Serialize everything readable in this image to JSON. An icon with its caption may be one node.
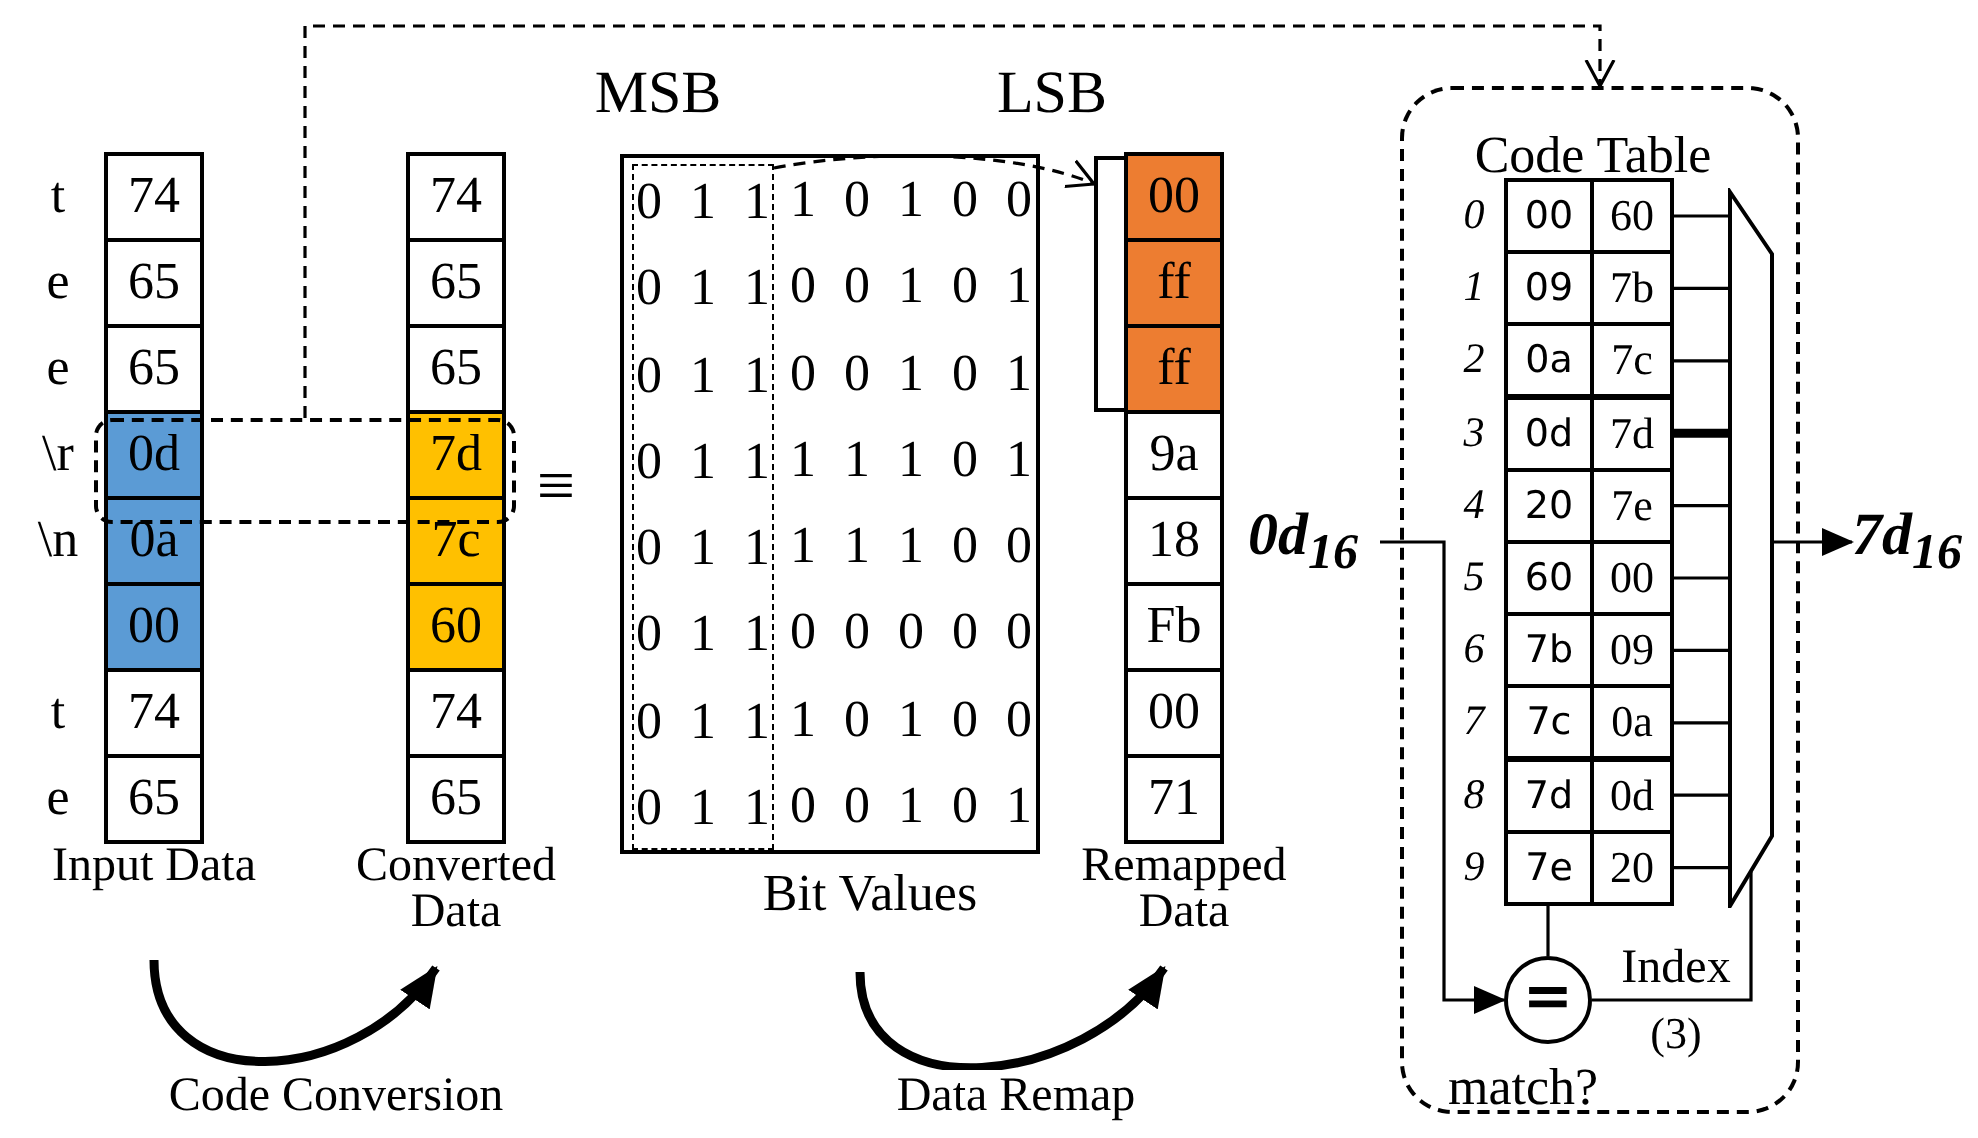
{
  "diagram": {
    "nodes": [
      {
        "text": [
          "Input Data"
        ]
      },
      {
        "text": [
          "74"
        ],
        "in": 0,
        "beside": [
          "t"
        ]
      },
      {
        "text": [
          "65"
        ],
        "in": 0,
        "beside": [
          "e"
        ]
      },
      {
        "text": [
          "65"
        ],
        "in": 0,
        "beside": [
          "e"
        ]
      },
      {
        "text": [
          "0d"
        ],
        "in": 0,
        "beside": [
          "\\r"
        ]
      },
      {
        "text": [
          "0a"
        ],
        "in": 0,
        "beside": [
          "\\n"
        ]
      },
      {
        "text": [
          "00"
        ],
        "in": 0
      },
      {
        "text": [
          "74"
        ],
        "in": 0,
        "beside": [
          "t"
        ]
      },
      {
        "text": [
          "65"
        ],
        "in": 0,
        "beside": [
          "e"
        ]
      },
      {
        "text": [
          "Converted Data"
        ]
      },
      {
        "text": [
          "74"
        ],
        "in": 9
      },
      {
        "text": [
          "65"
        ],
        "in": 9
      },
      {
        "text": [
          "65"
        ],
        "in": 9
      },
      {
        "text": [
          "7d"
        ],
        "in": 9
      },
      {
        "text": [
          "7c"
        ],
        "in": 9
      },
      {
        "text": [
          "60"
        ],
        "in": 9
      },
      {
        "text": [
          "74"
        ],
        "in": 9
      },
      {
        "text": [
          "65"
        ],
        "in": 9
      },
      {
        "text": [],
        "shape": "box"
      },
      {
        "text": [
          "1 0 1 0 0",
          "0 0 1 0 1",
          "0 0 1 0 1",
          "1 1 1 0 1",
          "1 1 1 0 0",
          "0 0 0 0 0",
          "1 0 1 0 0",
          "0 0 1 0 1",
          "Bit Values"
        ]
      },
      {
        "text": [
          "0 1 1",
          "0 1 1",
          "0 1 1",
          "0 1 1",
          "0 1 1",
          "0 1 1",
          "0 1 1",
          "0 1 1"
        ],
        "in": 19
      },
      {
        "text": [
          "Remapped Data"
        ]
      },
      {
        "text": [
          "00"
        ],
        "in": 21
      },
      {
        "text": [
          "ff"
        ],
        "in": 21
      },
      {
        "text": [
          "ff"
        ],
        "in": 21
      },
      {
        "text": [
          "9a"
        ],
        "in": 21
      },
      {
        "text": [
          "18"
        ],
        "in": 21
      },
      {
        "text": [
          "Fb"
        ],
        "in": 21
      },
      {
        "text": [
          "00"
        ],
        "in": 21
      },
      {
        "text": [
          "71"
        ],
        "in": 21
      },
      {
        "text": [],
        "shape": "bracket"
      },
      {
        "text": [
          "0d$_{16}$"
        ]
      },
      {
        "text": [],
        "shape": "box"
      },
      {
        "text": [
          "Code Table"
        ],
        "in": 32
      },
      {
        "text": [
          "00",
          "60"
        ],
        "in": 33,
        "beside": [
          "0"
        ]
      },
      {
        "text": [
          "09",
          "7b"
        ],
        "in": 33,
        "beside": [
          "1"
        ]
      },
      {
        "text": [
          "0a",
          "7c"
        ],
        "in": 33,
        "beside": [
          "2"
        ]
      },
      {
        "text": [
          "0d",
          "7d"
        ],
        "in": 33,
        "beside": [
          "3"
        ]
      },
      {
        "text": [
          "20",
          "7e"
        ],
        "in": 33,
        "beside": [
          "4"
        ]
      },
      {
        "text": [
          "60",
          "00"
        ],
        "in": 33,
        "beside": [
          "5"
        ]
      },
      {
        "text": [
          "7b",
          "09"
        ],
        "in": 33,
        "beside": [
          "6"
        ]
      },
      {
        "text": [
          "7c",
          "0a"
        ],
        "in": 33,
        "beside": [
          "7"
        ]
      },
      {
        "text": [
          "7d",
          "0d"
        ],
        "in": 33,
        "beside": [
          "8"
        ]
      },
      {
        "text": [
          "7e",
          "20"
        ],
        "in": 33,
        "beside": [
          "9"
        ]
      },
      {
        "text": [],
        "shape": "trapezoid",
        "in": 32
      },
      {
        "text": [
          "="
        ],
        "in": 32,
        "beside": [
          "match?"
        ]
      },
      {
        "text": [
          "7d$_{16}$"
        ]
      }
    ],
    "edges": [
      {
        "from": 0,
        "to": 9,
        "arrow": "to",
        "label": "Code Conversion",
        "style": "thick"
      },
      {
        "from": 19,
        "to": 21,
        "arrow": "to",
        "label": "Data Remap",
        "style": "thick"
      },
      {
        "from": 18,
        "to": 32,
        "arrow": "to",
        "style": "dashed"
      },
      {
        "from": 20,
        "to": 30,
        "arrow": "to",
        "style": "dashed"
      },
      {
        "from": 31,
        "to": 45,
        "arrow": "to"
      },
      {
        "from": 33,
        "to": 45,
        "arrow": "none"
      },
      {
        "from": 34,
        "to": 44,
        "arrow": "none"
      },
      {
        "from": 35,
        "to": 44,
        "arrow": "none"
      },
      {
        "from": 36,
        "to": 44,
        "arrow": "none"
      },
      {
        "from": 37,
        "to": 44,
        "arrow": "none",
        "style": "thick"
      },
      {
        "from": 38,
        "to": 44,
        "arrow": "none"
      },
      {
        "from": 39,
        "to": 44,
        "arrow": "none"
      },
      {
        "from": 40,
        "to": 44,
        "arrow": "none"
      },
      {
        "from": 41,
        "to": 44,
        "arrow": "none"
      },
      {
        "from": 42,
        "to": 44,
        "arrow": "none"
      },
      {
        "from": 43,
        "to": 44,
        "arrow": "none"
      },
      {
        "from": 45,
        "to": 44,
        "arrow": "none",
        "label": "Index"
      },
      {
        "from": 44,
        "to": 46,
        "arrow": "to"
      }
    ],
    "labels": [
      "MSB",
      "LSB",
      "≡",
      "(3)"
    ]
  }
}
